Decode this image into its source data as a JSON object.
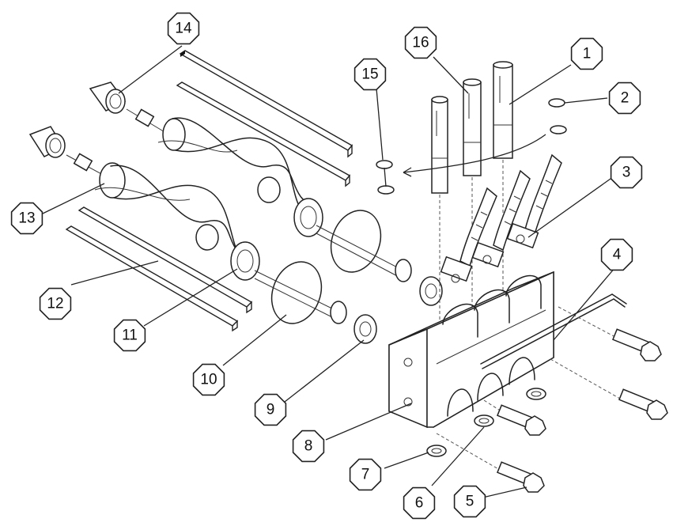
{
  "callouts": [
    {
      "id": "1",
      "label": "1"
    },
    {
      "id": "2",
      "label": "2"
    },
    {
      "id": "3",
      "label": "3"
    },
    {
      "id": "4",
      "label": "4"
    },
    {
      "id": "5",
      "label": "5"
    },
    {
      "id": "6",
      "label": "6"
    },
    {
      "id": "7",
      "label": "7"
    },
    {
      "id": "8",
      "label": "8"
    },
    {
      "id": "9",
      "label": "9"
    },
    {
      "id": "10",
      "label": "10"
    },
    {
      "id": "11",
      "label": "11"
    },
    {
      "id": "12",
      "label": "12"
    },
    {
      "id": "13",
      "label": "13"
    },
    {
      "id": "14",
      "label": "14"
    },
    {
      "id": "15",
      "label": "15"
    },
    {
      "id": "16",
      "label": "16"
    }
  ],
  "colors": {
    "line": "#222222",
    "background": "#ffffff"
  }
}
